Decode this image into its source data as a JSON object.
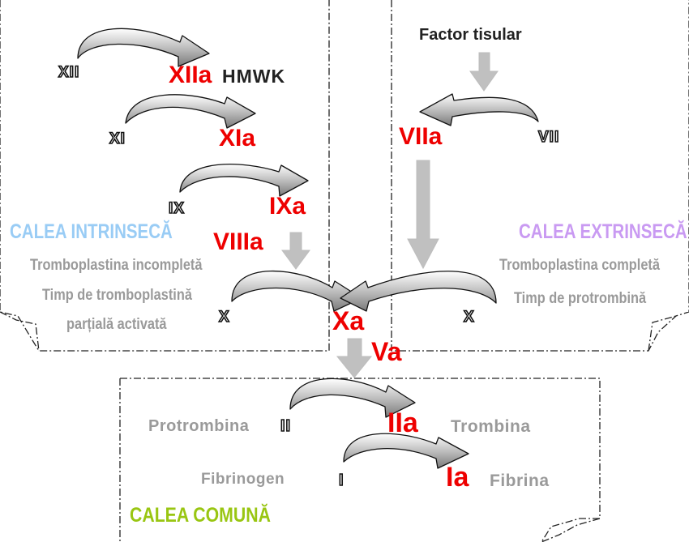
{
  "intrinsic": {
    "title": "CALEA INTRINSECĂ",
    "test_line1": "Tromboplastina incompletă",
    "test_line2": "Timp de tromboplastină",
    "test_line3": "parțială activată",
    "factors": {
      "xii": "XII",
      "xiia": "XIIa",
      "hmwk": "HMWK",
      "xi": "XI",
      "xia": "XIa",
      "ix": "IX",
      "ixa": "IXa",
      "viiia": "VIIIa",
      "x": "X"
    }
  },
  "extrinsic": {
    "title": "CALEA EXTRINSECĂ",
    "test_line1": "Tromboplastina completă",
    "test_line2": "Timp de protrombină",
    "factors": {
      "tissue_factor": "Factor tisular",
      "viia": "VIIa",
      "vii": "VII",
      "x": "X"
    }
  },
  "common": {
    "title": "CALEA COMUNĂ",
    "factors": {
      "xa": "Xa",
      "va": "Va",
      "prothrombin": "Protrombina",
      "ii": "II",
      "iia": "IIa",
      "thrombin": "Trombina",
      "fibrinogen": "Fibrinogen",
      "i": "I",
      "ia": "Ia",
      "fibrin": "Fibrina"
    }
  },
  "colors": {
    "factor_active": "#ee0000",
    "arrow_fill": "#c0c0c0",
    "intrinsic": "#99ccf5",
    "extrinsic": "#c99af2",
    "common": "#99c612",
    "note_gray": "#9a9a9a"
  }
}
